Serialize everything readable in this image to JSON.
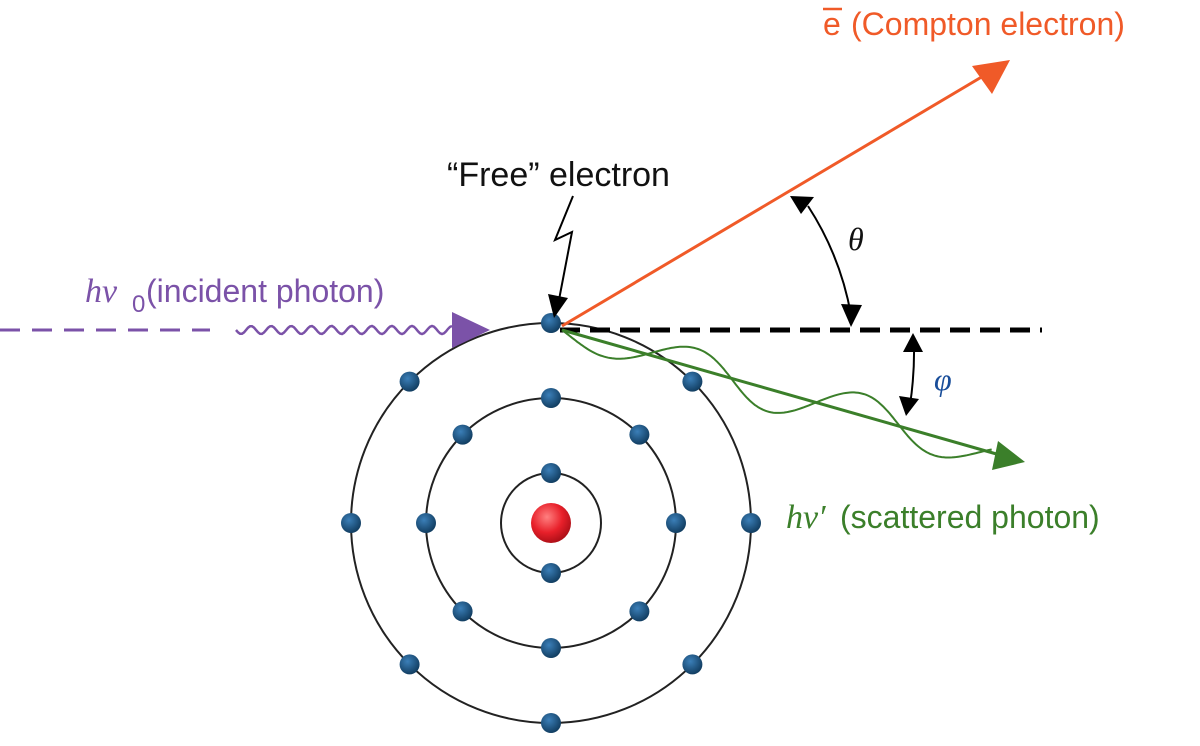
{
  "labels": {
    "compton_symbol": "e",
    "compton_text": "(Compton electron)",
    "free_electron": "“Free” electron",
    "incident_symbol": "hν",
    "incident_subscript": "0",
    "incident_text": "(incident photon)",
    "scattered_symbol": "hν′",
    "scattered_text": "(scattered photon)",
    "theta": "θ",
    "phi": "φ"
  },
  "colors": {
    "compton": "#f05a28",
    "incident": "#7b52a8",
    "scattered": "#3b7f2a",
    "electron": "#1a5480",
    "nucleus": "#e8202a",
    "orbit": "#222222"
  },
  "atom": {
    "shells": [
      {
        "electrons": 2
      },
      {
        "electrons": 8
      },
      {
        "electrons": 8
      }
    ]
  }
}
